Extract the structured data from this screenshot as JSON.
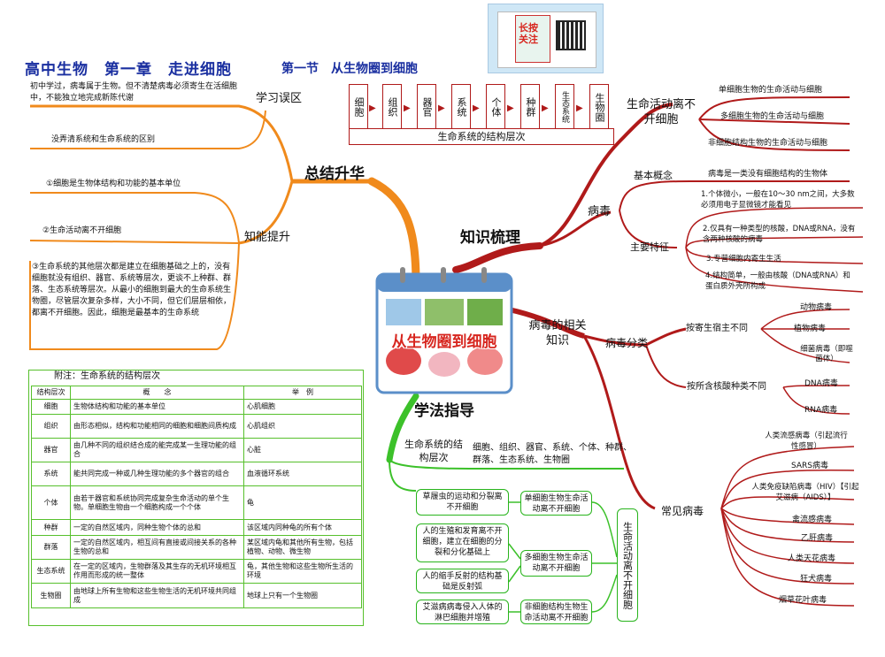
{
  "header": {
    "title": "高中生物　第一章　走进细胞",
    "subtitle": "第一节　从生物圈到细胞"
  },
  "qr_card": {
    "badge_top": "长按",
    "badge_bottom": "关注"
  },
  "center": {
    "title": "从生物圈到细胞"
  },
  "branches": {
    "summary": "总结升华",
    "knowledge": "知识梳理",
    "method": "学法指导"
  },
  "summary": {
    "mistakes_label": "学习误区",
    "mistake_1": "初中学过，病毒属于生物。但不清楚病毒必须寄生在活细胞中，不能独立地完成新陈代谢",
    "mistake_2": "没弄清系统和生命系统的区别",
    "improve_label": "知能提升",
    "point_1": "①细胞是生物体结构和功能的基本单位",
    "point_2": "②生命活动离不开细胞",
    "point_3": "③生命系统的其他层次都是建立在细胞基础之上的，没有细胞就没有组织、器官、系统等层次，更谈不上种群、群落、生态系统等层次。从最小的细胞到最大的生命系统生物圈，尽管层次复杂多样，大小不同，但它们层层相依，都离不开细胞。因此，细胞是最基本的生命系统"
  },
  "levels": {
    "items": [
      "细胞",
      "组织",
      "器官",
      "系统",
      "个体",
      "种群",
      "生态系统",
      "生物圈"
    ],
    "caption": "生命系统的结构层次"
  },
  "knowledge": {
    "life_activity_label": "生命活动离不开细胞",
    "life_items": [
      "单细胞生物的生命活动与细胞",
      "多细胞生物的生命活动与细胞",
      "非细胞结构生物的生命活动与细胞"
    ],
    "virus_label": "病毒",
    "concept_label": "基本概念",
    "concept_text": "病毒是一类没有细胞结构的生物体",
    "features_label": "主要特征",
    "features": [
      "1.个体微小，一般在10～30 nm之间，大多数必须用电子显微镜才能看见",
      "2.仅具有一种类型的核酸，DNA或RNA，没有含两种核酸的病毒",
      "3.专营细胞内寄生生活",
      "4.结构简单，一般由核酸（DNA或RNA）和蛋白质外壳所构成"
    ],
    "related_label": "病毒的相关知识",
    "classify_label": "病毒分类",
    "by_host_label": "按寄生宿主不同",
    "by_host": [
      "动物病毒",
      "植物病毒",
      "细菌病毒（即噬菌体）"
    ],
    "by_acid_label": "按所含核酸种类不同",
    "by_acid": [
      "DNA病毒",
      "RNA病毒"
    ],
    "common_label": "常见病毒",
    "common": [
      "人类流感病毒（引起流行性感冒）",
      "SARS病毒",
      "人类免疫缺陷病毒（HIV）【引起艾滋病（AIDS）】",
      "禽流感病毒",
      "乙肝病毒",
      "人类天花病毒",
      "狂犬病毒",
      "烟草花叶病毒"
    ]
  },
  "method": {
    "levels_label": "生命系统的结构层次",
    "levels_text": "细胞、组织、器官、系统、个体、种群、群落、生态系统、生物圈",
    "examples": [
      "草履虫的运动和分裂离不开细胞",
      "人的生殖和发育离不开细胞，建立在细胞的分裂和分化基础上",
      "人的缩手反射的结构基础是反射弧",
      "艾滋病病毒侵入人体的淋巴细胞并增殖"
    ],
    "middle": [
      "单细胞生物生命活动离不开细胞",
      "多细胞生物生命活动离不开细胞",
      "非细胞结构生物生命活动离不开细胞"
    ],
    "conclusion": "生命活动离不开细胞"
  },
  "table": {
    "title": "附注：生命系统的结构层次",
    "headers": [
      "结构层次",
      "概　　念",
      "举　例"
    ],
    "rows": [
      [
        "细胞",
        "生物体结构和功能的基本单位",
        "心肌细胞"
      ],
      [
        "组织",
        "由形态相似，结构和功能相同的细胞和细胞间质构成",
        "心肌组织"
      ],
      [
        "器官",
        "由几种不同的组织结合成的能完成某一生理功能的组合",
        "心脏"
      ],
      [
        "系统",
        "能共同完成一种或几种生理功能的多个器官的组合",
        "血液循环系统"
      ],
      [
        "个体",
        "由若干器官和系统协同完成复杂生命活动的单个生物。单细胞生物由一个细胞构成一个个体",
        "龟"
      ],
      [
        "种群",
        "一定的自然区域内，同种生物个体的总和",
        "该区域内同种龟的所有个体"
      ],
      [
        "群落",
        "一定的自然区域内，相互间有直接或间接关系的各种生物的总和",
        "某区域内龟和其他所有生物，包括植物、动物、微生物"
      ],
      [
        "生态系统",
        "在一定的区域内，生物群落及其生存的无机环境相互作用而形成的统一整体",
        "龟，其他生物和这些生物所生活的环境"
      ],
      [
        "生物圈",
        "由地球上所有生物和这些生物生活的无机环境共同组成",
        "地球上只有一个生物圈"
      ]
    ]
  },
  "colors": {
    "orange": "#f08a1c",
    "red": "#b01a1a",
    "green": "#3cc12a",
    "title_blue": "#1a2fa0"
  }
}
